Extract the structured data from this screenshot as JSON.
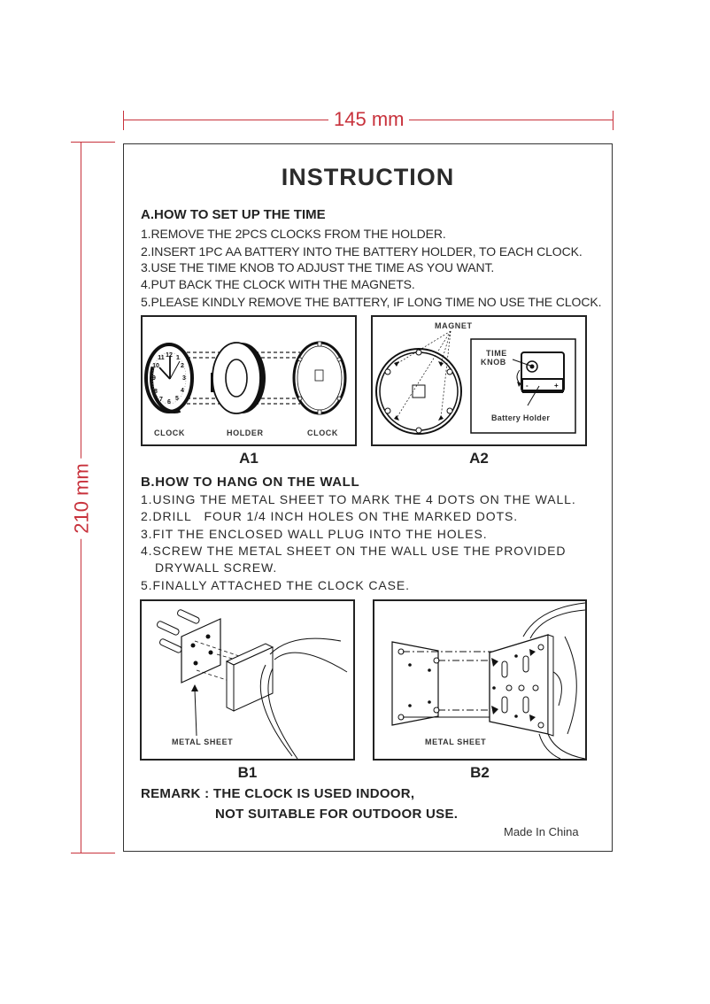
{
  "dimensions": {
    "width_label": "145 mm",
    "height_label": "210 mm",
    "line_color": "#c8323c"
  },
  "document": {
    "title": "INSTRUCTION",
    "section_a": {
      "heading": "A.HOW TO SET UP THE TIME",
      "steps": [
        "1.REMOVE THE 2PCS CLOCKS FROM THE HOLDER.",
        "2.INSERT 1PC AA BATTERY INTO THE BATTERY HOLDER, TO EACH CLOCK.",
        "3.USE THE TIME KNOB TO ADJUST THE TIME AS YOU WANT.",
        "4.PUT BACK THE CLOCK WITH THE MAGNETS.",
        "5.PLEASE KINDLY REMOVE THE BATTERY, IF LONG TIME NO USE THE CLOCK."
      ],
      "figures": [
        {
          "label": "A1",
          "callouts": [
            "CLOCK",
            "HOLDER",
            "CLOCK"
          ],
          "clock_numbers": [
            "12",
            "1",
            "2",
            "3",
            "4",
            "5",
            "6",
            "7",
            "8",
            "9",
            "10",
            "11"
          ]
        },
        {
          "label": "A2",
          "callouts": [
            "MAGNET",
            "TIME",
            "KNOB",
            "Battery Holder"
          ]
        }
      ]
    },
    "section_b": {
      "heading": "B.HOW TO HANG ON THE WALL",
      "steps": [
        "1.USING THE METAL SHEET TO MARK THE 4 DOTS ON THE WALL.",
        "2.DRILL   FOUR 1/4 INCH HOLES ON THE MARKED DOTS.",
        "3.FIT THE ENCLOSED WALL PLUG INTO THE HOLES.",
        "4.SCREW THE METAL SHEET ON THE WALL USE THE PROVIDED",
        "DRYWALL SCREW.",
        "5.FINALLY ATTACHED THE CLOCK CASE."
      ],
      "figures": [
        {
          "label": "B1",
          "callouts": [
            "METAL SHEET"
          ]
        },
        {
          "label": "B2",
          "callouts": [
            "METAL SHEET"
          ]
        }
      ]
    },
    "remark": {
      "line1": "REMARK : THE CLOCK IS USED INDOOR,",
      "line2": "NOT SUITABLE FOR OUTDOOR USE."
    },
    "footer": "Made In China"
  }
}
